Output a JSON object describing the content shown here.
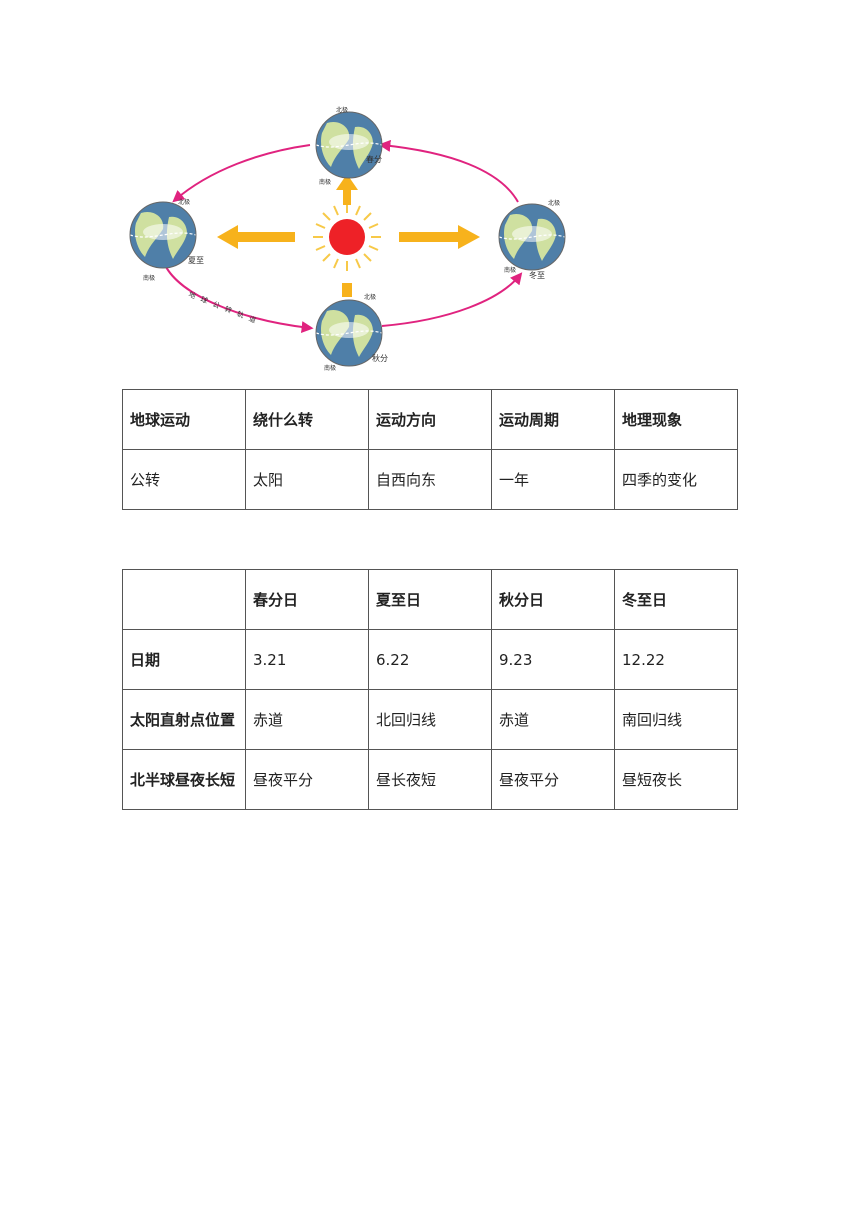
{
  "diagram": {
    "orbit_label": "地球公转轨道",
    "spring": {
      "north": "北极",
      "south": "南极",
      "season": "春分"
    },
    "summer": {
      "north": "北极",
      "south": "南极",
      "season": "夏至"
    },
    "autumn": {
      "north": "北极",
      "south": "南极",
      "season": "秋分"
    },
    "winter": {
      "north": "北极",
      "south": "南极",
      "season": "冬至"
    },
    "colors": {
      "orbit": "#e0237f",
      "arrow": "#f7b21c",
      "sun": "#ee2127",
      "ocean": "#4f7fa8",
      "land": "#cfe0a0"
    }
  },
  "table1": {
    "headers": [
      "地球运动",
      "绕什么转",
      "运动方向",
      "运动周期",
      "地理现象"
    ],
    "row": [
      "公转",
      "太阳",
      "自西向东",
      "一年",
      "四季的变化"
    ]
  },
  "table2": {
    "headers": [
      "",
      "春分日",
      "夏至日",
      "秋分日",
      "冬至日"
    ],
    "rows": [
      {
        "label": "日期",
        "values": [
          "3.21",
          "6.22",
          "9.23",
          "12.22"
        ]
      },
      {
        "label": "太阳直射点位置",
        "values": [
          "赤道",
          "北回归线",
          "赤道",
          "南回归线"
        ]
      },
      {
        "label": "北半球昼夜长短",
        "values": [
          "昼夜平分",
          "昼长夜短",
          "昼夜平分",
          "昼短夜长"
        ]
      }
    ]
  }
}
